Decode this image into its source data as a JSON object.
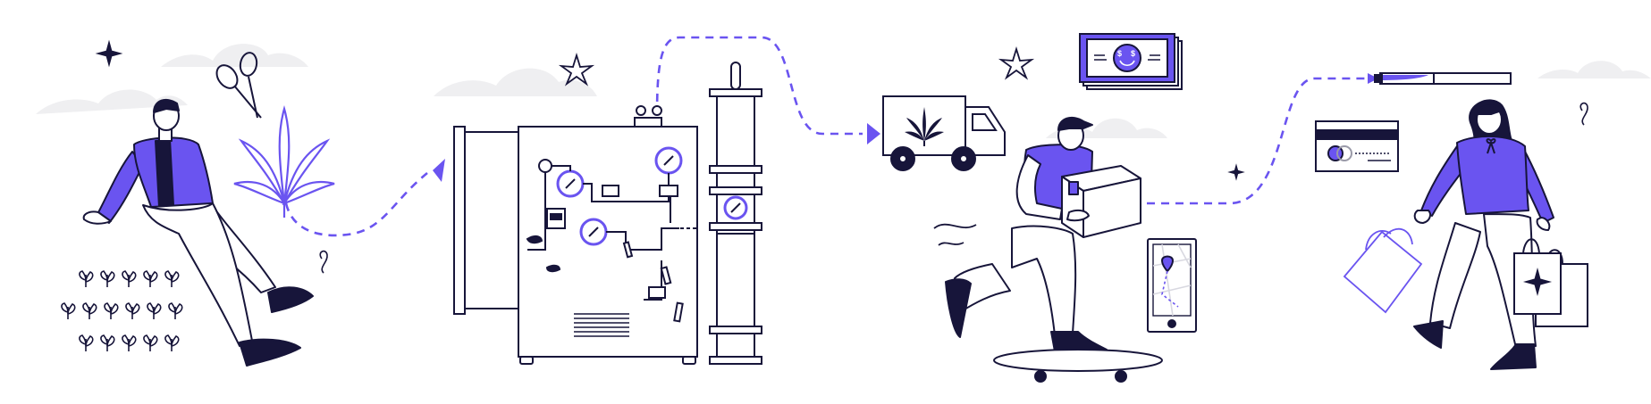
{
  "colors": {
    "ink": "#17153a",
    "accent": "#6a54f0",
    "cloud": "#efeff1",
    "background": "#ffffff"
  },
  "stages": [
    {
      "name": "cultivation",
      "icons": [
        "scissors-icon",
        "cannabis-leaf-icon",
        "seedling-icon",
        "sparkle-icon"
      ]
    },
    {
      "name": "extraction",
      "icons": [
        "extraction-machine-icon",
        "pressure-gauge-icon",
        "column-icon"
      ]
    },
    {
      "name": "delivery",
      "icons": [
        "delivery-truck-icon",
        "cash-icon",
        "map-phone-icon",
        "skateboard-icon"
      ]
    },
    {
      "name": "retail",
      "icons": [
        "credit-card-icon",
        "vape-pen-icon",
        "shopping-bag-icon"
      ]
    }
  ],
  "currency_symbol": "$"
}
